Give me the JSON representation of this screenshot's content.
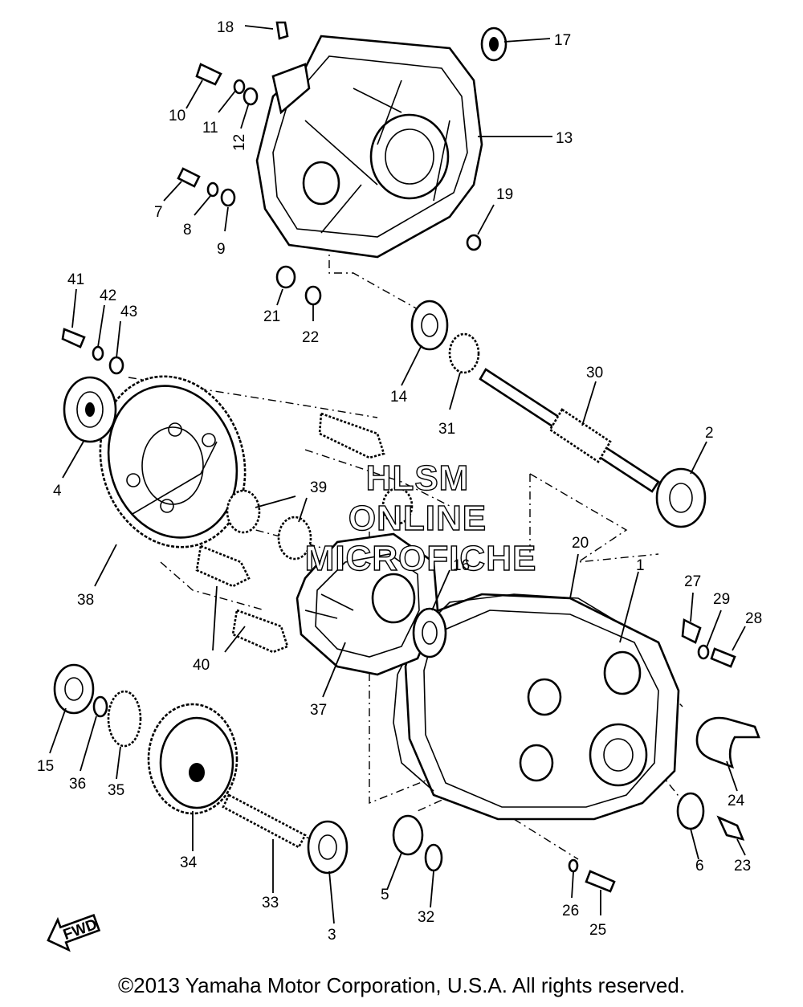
{
  "diagram": {
    "labels": [
      "18",
      "17",
      "10",
      "11",
      "12",
      "13",
      "7",
      "8",
      "9",
      "19",
      "41",
      "42",
      "43",
      "21",
      "22",
      "14",
      "31",
      "30",
      "4",
      "2",
      "39",
      "38",
      "40",
      "16",
      "20",
      "1",
      "27",
      "29",
      "28",
      "37",
      "24",
      "15",
      "36",
      "35",
      "34",
      "33",
      "3",
      "5",
      "32",
      "6",
      "23",
      "26",
      "25"
    ],
    "watermark": [
      "HLSM",
      "ONLINE",
      "MICROFICHE"
    ],
    "fwd_label": "FWD"
  },
  "footer": {
    "copyright": "©2013 Yamaha Motor Corporation, U.S.A. All rights reserved."
  }
}
